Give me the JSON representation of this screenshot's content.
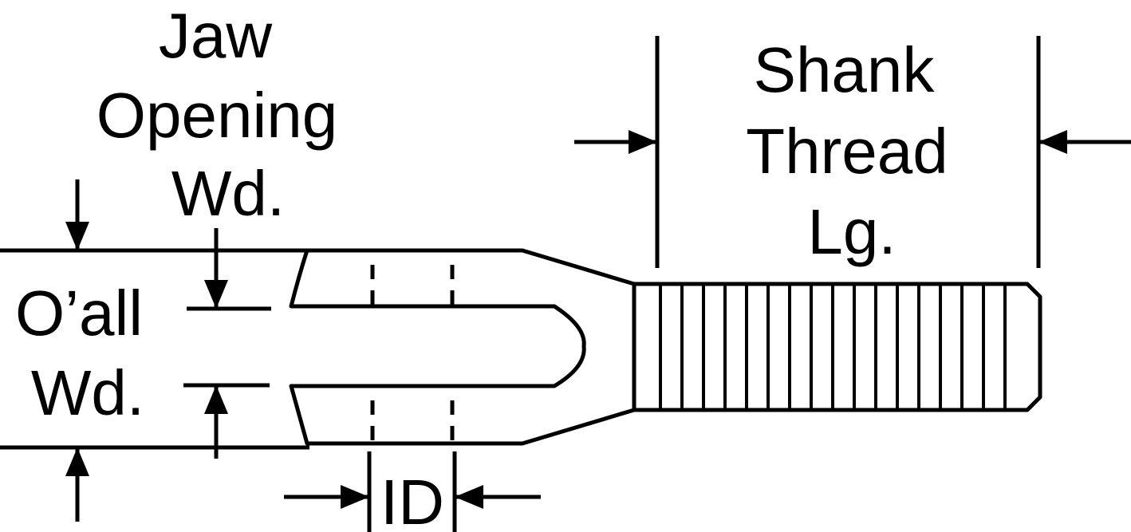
{
  "labels": {
    "jaw_opening_wd": [
      "Jaw",
      "Opening",
      "Wd."
    ],
    "shank_thread_lg": [
      "Shank",
      "Thread",
      "Lg."
    ],
    "oall_wd": [
      "O’all",
      "Wd."
    ],
    "id": "ID"
  },
  "colors": {
    "ink": "#000000",
    "background": "#ffffff"
  }
}
